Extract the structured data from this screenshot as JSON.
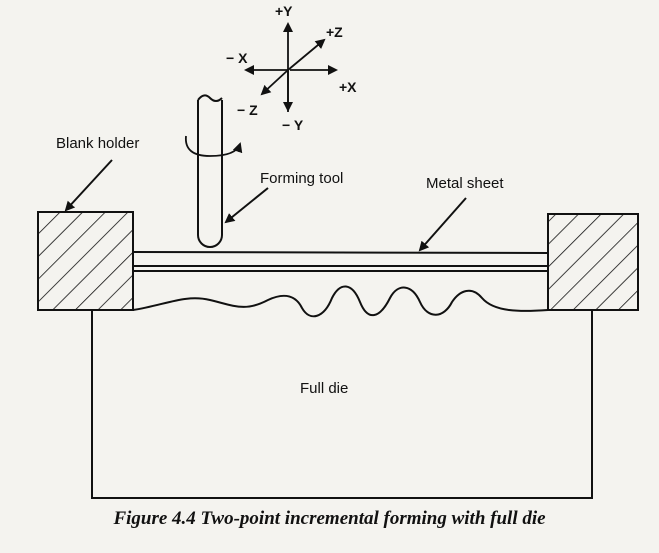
{
  "axes": {
    "plus_y": "+Y",
    "minus_y": "− Y",
    "plus_x": "+X",
    "minus_x": "− X",
    "plus_z": "+Z",
    "minus_z": "− Z"
  },
  "labels": {
    "blank_holder": "Blank holder",
    "forming_tool": "Forming tool",
    "metal_sheet": "Metal sheet",
    "full_die": "Full die"
  },
  "caption": "Figure 4.4 Two-point incremental forming with full die",
  "colors": {
    "ink": "#111111",
    "paper": "#f4f3ef"
  }
}
